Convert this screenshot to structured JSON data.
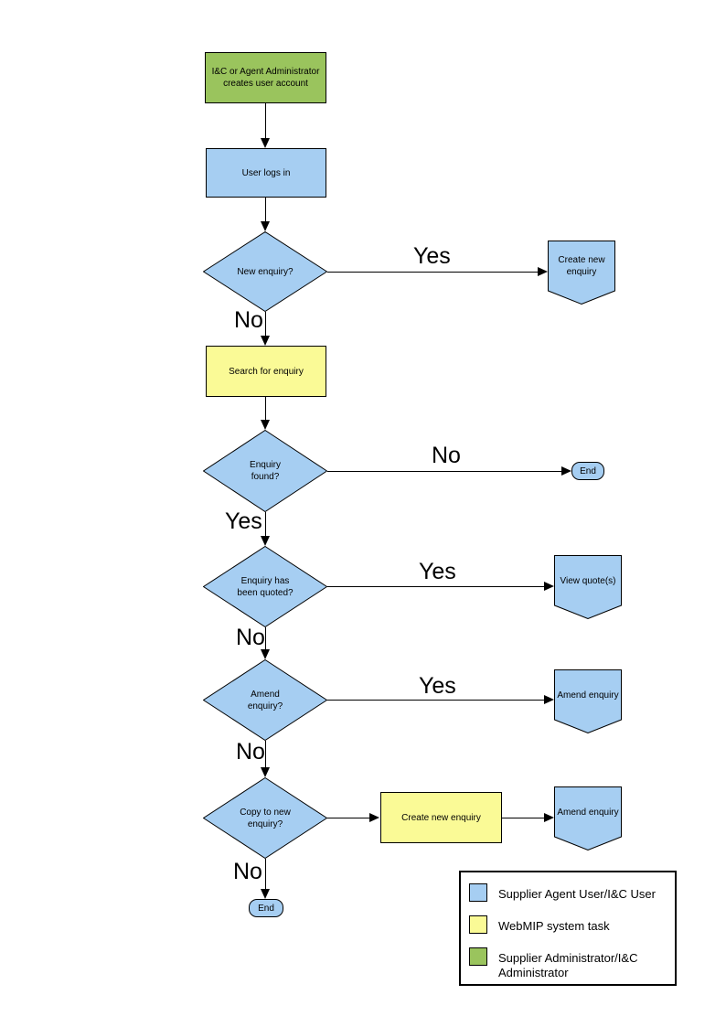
{
  "colors": {
    "user_shape": "#A6CEF2",
    "system_shape": "#FAFA96",
    "admin_shape": "#9AC45D",
    "line": "#000000",
    "background": "#FFFFFF"
  },
  "nodes": {
    "admin_creates_account": "I&C or Agent Administrator\ncreates user account",
    "user_logs_in": "User logs in",
    "new_enquiry_decision": "New enquiry?",
    "create_new_enquiry_connector": "Create new\nenquiry",
    "search_for_enquiry": "Search for enquiry",
    "enquiry_found_decision": "Enquiry\nfound?",
    "end_1": "End",
    "enquiry_quoted_decision": "Enquiry has\nbeen quoted?",
    "view_quotes_connector": "View quote(s)",
    "amend_enquiry_decision": "Amend\nenquiry?",
    "amend_enquiry_connector_1": "Amend enquiry",
    "copy_to_new_enquiry_decision": "Copy to new\nenquiry?",
    "create_new_enquiry_task": "Create new enquiry",
    "amend_enquiry_connector_2": "Amend enquiry",
    "end_2": "End"
  },
  "edge_labels": {
    "new_enquiry_yes": "Yes",
    "new_enquiry_no": "No",
    "enquiry_found_no": "No",
    "enquiry_found_yes": "Yes",
    "enquiry_quoted_yes": "Yes",
    "enquiry_quoted_no": "No",
    "amend_enquiry_yes": "Yes",
    "amend_enquiry_no": "No",
    "copy_to_new_no": "No"
  },
  "legend": {
    "items": [
      {
        "label": "Supplier Agent User/I&C User"
      },
      {
        "label": "WebMIP system task"
      },
      {
        "label": "Supplier Administrator/I&C Administrator"
      }
    ]
  }
}
